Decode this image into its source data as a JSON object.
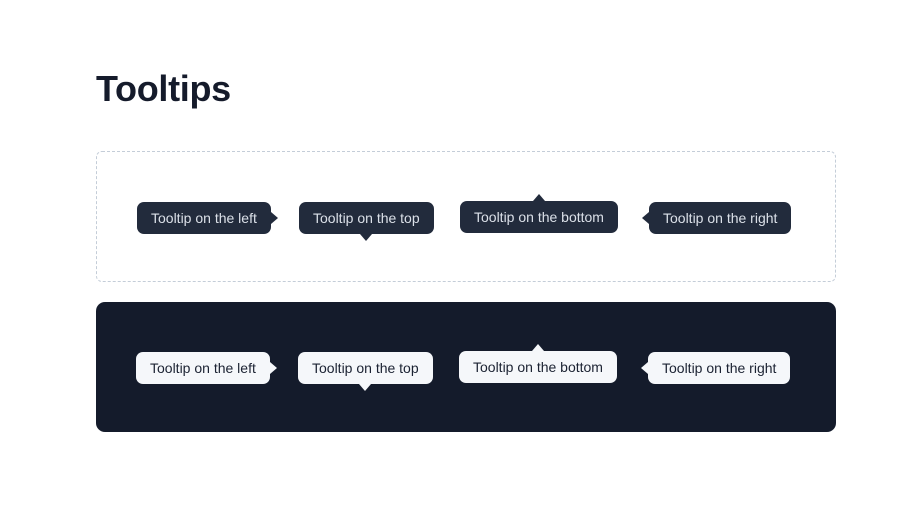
{
  "page": {
    "title": "Tooltips",
    "background": "#ffffff"
  },
  "colors": {
    "title_text": "#151b2b",
    "dashed_border": "#c4cdd8",
    "dark_panel_bg": "#141b2b",
    "dark_tooltip_bg": "#222b3c",
    "dark_tooltip_text": "#dbe0e8",
    "light_tooltip_bg": "#f5f7fa",
    "light_tooltip_text": "#1b2232"
  },
  "panels": [
    {
      "name": "light-panel",
      "theme": "light",
      "border_style": "dashed",
      "tooltips": [
        {
          "label": "Tooltip on the left",
          "placement": "left",
          "arrow": "arrow-right-icon"
        },
        {
          "label": "Tooltip on the top",
          "placement": "top",
          "arrow": "arrow-down-icon"
        },
        {
          "label": "Tooltip on the bottom",
          "placement": "bottom",
          "arrow": "arrow-up-icon"
        },
        {
          "label": "Tooltip on the right",
          "placement": "right",
          "arrow": "arrow-left-icon"
        }
      ]
    },
    {
      "name": "dark-panel",
      "theme": "dark",
      "border_style": "none",
      "tooltips": [
        {
          "label": "Tooltip on the left",
          "placement": "left",
          "arrow": "arrow-right-icon"
        },
        {
          "label": "Tooltip on the top",
          "placement": "top",
          "arrow": "arrow-down-icon"
        },
        {
          "label": "Tooltip on the bottom",
          "placement": "bottom",
          "arrow": "arrow-up-icon"
        },
        {
          "label": "Tooltip on the right",
          "placement": "right",
          "arrow": "arrow-left-icon"
        }
      ]
    }
  ]
}
